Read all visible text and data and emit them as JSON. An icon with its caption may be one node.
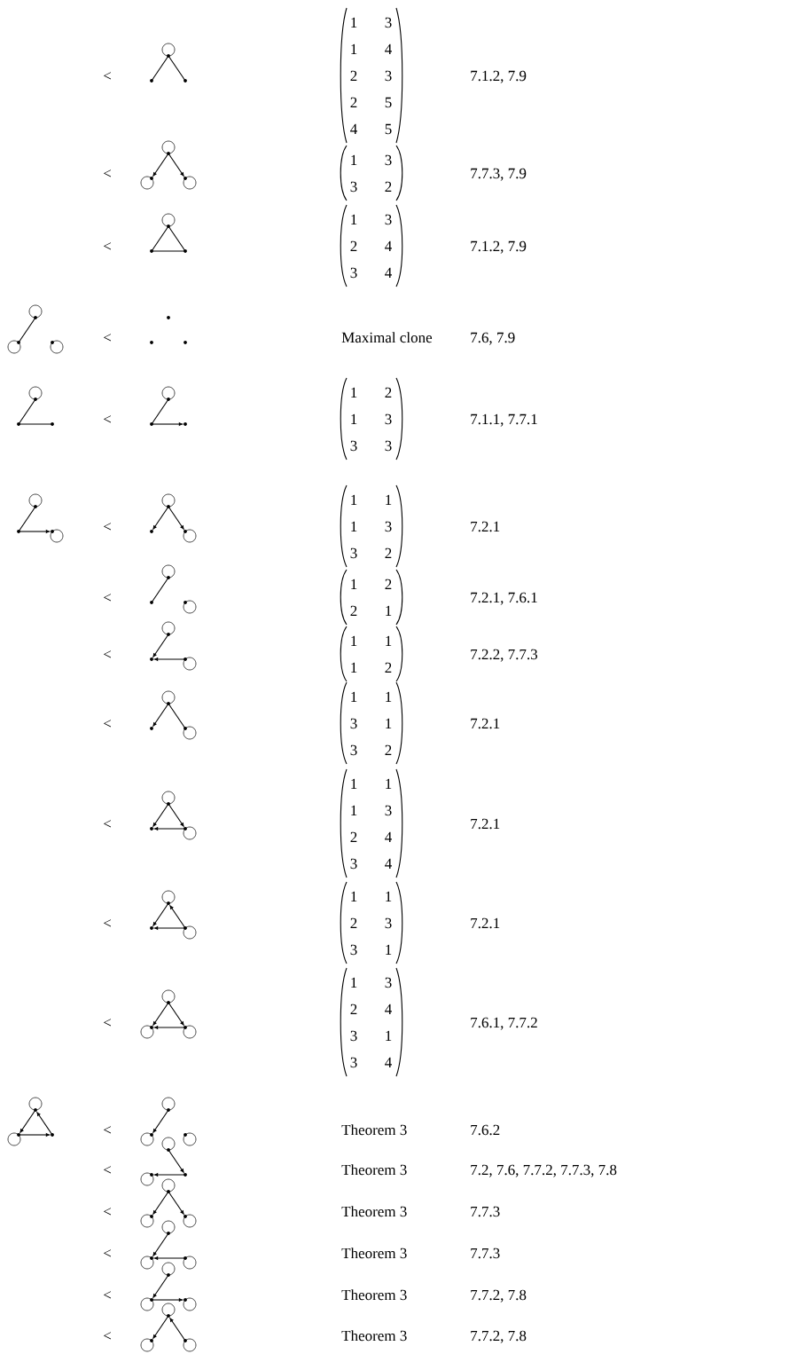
{
  "diagram": {
    "labels": [
      "<",
      "1",
      "3",
      "1",
      "4",
      "2",
      "3",
      "2",
      "5",
      "4",
      "5",
      "7.1.2, 7.9",
      "<",
      "1",
      "3",
      "3",
      "2",
      "7.7.3, 7.9",
      "<",
      "1",
      "3",
      "2",
      "4",
      "3",
      "4",
      "7.1.2, 7.9",
      "<",
      "Maximal clone",
      "7.6, 7.9",
      "<",
      "1",
      "2",
      "1",
      "3",
      "3",
      "3",
      "7.1.1, 7.7.1",
      "<",
      "1",
      "1",
      "1",
      "3",
      "3",
      "2",
      "7.2.1",
      "<",
      "1",
      "2",
      "2",
      "1",
      "7.2.1, 7.6.1",
      "<",
      "1",
      "1",
      "1",
      "2",
      "7.2.2, 7.7.3",
      "<",
      "1",
      "1",
      "3",
      "1",
      "3",
      "2",
      "7.2.1",
      "<",
      "1",
      "1",
      "1",
      "3",
      "2",
      "4",
      "3",
      "4",
      "7.2.1",
      "<",
      "1",
      "1",
      "2",
      "3",
      "3",
      "1",
      "7.2.1",
      "<",
      "1",
      "3",
      "2",
      "4",
      "3",
      "1",
      "3",
      "4",
      "7.6.1, 7.7.2",
      "<",
      "Theorem 3",
      "7.6.2",
      "<",
      "Theorem 3",
      "7.2, 7.6, 7.7.2, 7.7.3, 7.8",
      "<",
      "Theorem 3",
      "7.7.3",
      "<",
      "Theorem 3",
      "7.7.3",
      "<",
      "Theorem 3",
      "7.7.2, 7.8",
      "<",
      "Theorem 3",
      "7.7.2, 7.8"
    ]
  }
}
